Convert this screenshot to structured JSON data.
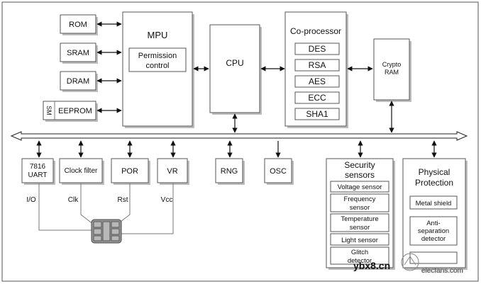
{
  "blocks": {
    "rom": "ROM",
    "sram": "SRAM",
    "dram": "DRAM",
    "eeprom": "EEPROM",
    "sm": "SM",
    "mpu": "MPU",
    "permission": [
      "Permission",
      "control"
    ],
    "cpu": "CPU",
    "coprocessor": "Co-processor",
    "crypto_units": [
      "DES",
      "RSA",
      "AES",
      "ECC",
      "SHA1"
    ],
    "crypto_ram": [
      "Crypto",
      "RAM"
    ],
    "uart": [
      "7816",
      "UART"
    ],
    "clock_filter": "Clock filter",
    "por": "POR",
    "vr": "VR",
    "rng": "RNG",
    "osc": "OSC",
    "security_title": [
      "Security",
      "sensors"
    ],
    "sensors": [
      "Voltage sensor",
      "Frequency sensor",
      "Temperature sensor",
      "Light sensor",
      "Glitch detector"
    ],
    "physical_title": [
      "Physical",
      "Protection"
    ],
    "protections": [
      "Metal shield",
      "Anti-separation detector"
    ]
  },
  "pins": [
    "I/O",
    "Clk",
    "Rst",
    "Vcc"
  ],
  "watermark": {
    "url": "ybx8.cn",
    "site": "elecfans.com"
  }
}
